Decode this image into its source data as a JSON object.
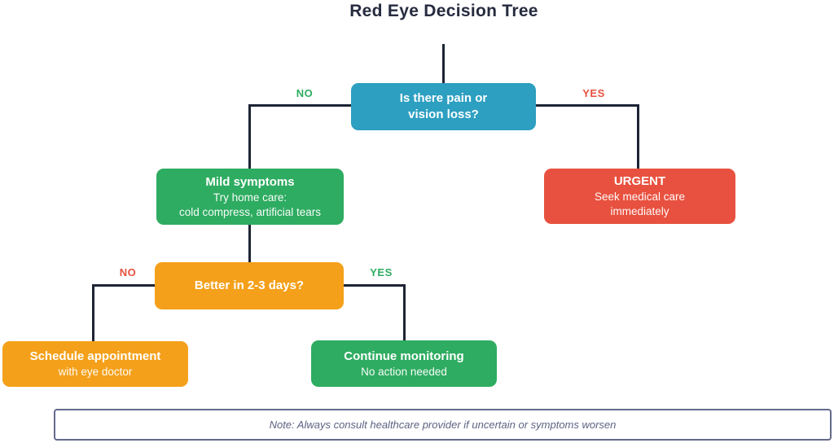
{
  "title": "Red Eye Decision Tree",
  "colors": {
    "teal": "#2d9fc1",
    "green": "#2eac61",
    "orange": "#f4a01a",
    "red": "#e8513f",
    "line": "#1e2435",
    "title-text": "#262b3f",
    "note-border": "#646a8c",
    "note-text": "#5d6383",
    "bg": "#ffffff"
  },
  "nodes": {
    "root": {
      "line1": "Is there pain or",
      "line2": "vision loss?"
    },
    "mild": {
      "heading": "Mild symptoms",
      "line1": "Try home care:",
      "line2": "cold compress, artificial tears"
    },
    "urgent": {
      "heading": "URGENT",
      "line1": "Seek medical care",
      "line2": "immediately"
    },
    "better": {
      "heading": "Better in 2-3 days?"
    },
    "schedule": {
      "heading": "Schedule appointment",
      "body": "with eye doctor"
    },
    "monitor": {
      "heading": "Continue monitoring",
      "body": "No action needed"
    }
  },
  "edge_labels": {
    "root_no": "NO",
    "root_yes": "YES",
    "better_no": "NO",
    "better_yes": "YES"
  },
  "note": "Note: Always consult healthcare provider if uncertain or symptoms worsen"
}
